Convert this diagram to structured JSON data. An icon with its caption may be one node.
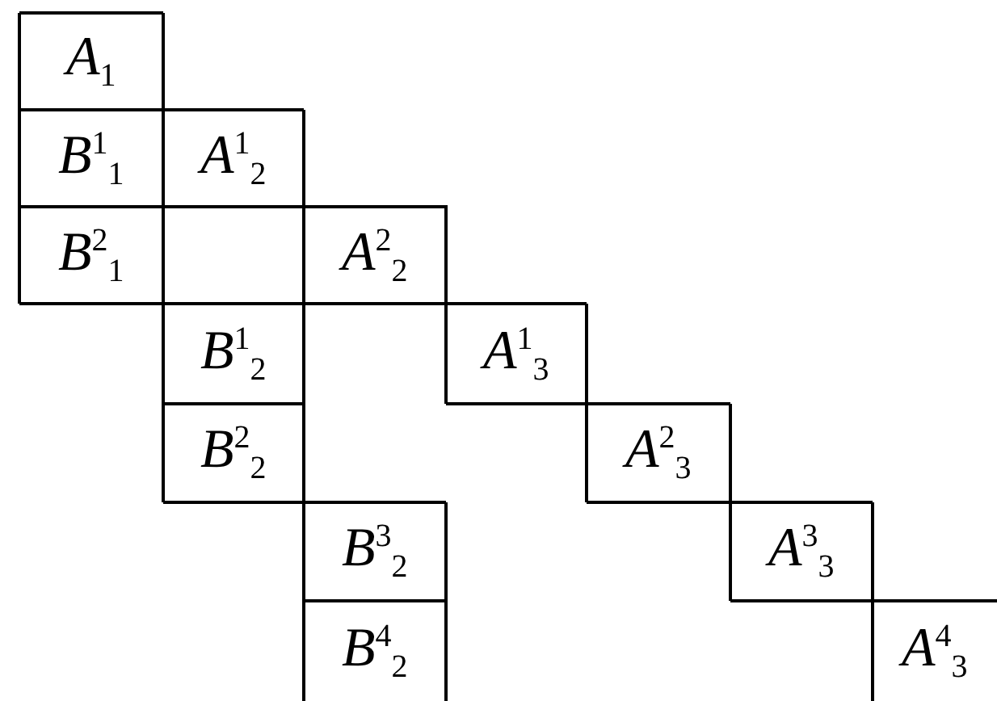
{
  "diagram": {
    "labels": [
      "A$_{1}$",
      "B$^{1}$$_{1}$",
      "A$^{1}$$_{2}$",
      "B$^{2}$$_{1}$",
      "A$^{2}$$_{2}$",
      "B$^{1}$$_{2}$",
      "A$^{1}$$_{3}$",
      "B$^{2}$$_{2}$",
      "A$^{2}$$_{3}$",
      "B$^{3}$$_{2}$",
      "A$^{3}$$_{3}$",
      "B$^{4}$$_{2}$",
      "A$^{4}$$_{3}$"
    ]
  }
}
